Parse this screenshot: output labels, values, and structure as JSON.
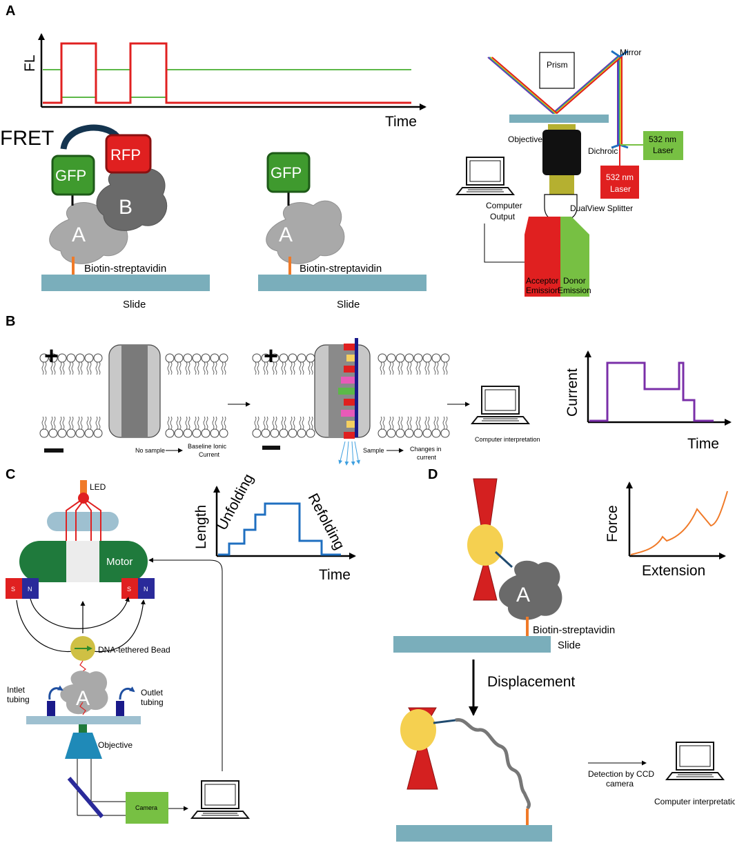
{
  "panels": {
    "a": "A",
    "b": "B",
    "c": "C",
    "d": "D"
  },
  "colors": {
    "red": "#e02020",
    "green": "#5cb848",
    "dark_green": "#2f7a2a",
    "gfp": "#3f9a2e",
    "slide": "#7aaebb",
    "purple": "#7a2fa8",
    "blue_trace": "#1f6fc0",
    "orange": "#f07a28",
    "laser_green": "#77c043",
    "motor_green": "#1f7a3c",
    "bead": "#cfc044",
    "magnet_red": "#e02020",
    "magnet_blue": "#2a2a9a"
  },
  "panel_a": {
    "fl_label": "FL",
    "time_label": "Time",
    "fret_label": "FRET",
    "gfp_label": "GFP",
    "rfp_label": "RFP",
    "protein_a": "A",
    "protein_b": "B",
    "biotin_label": "Biotin-streptavidin",
    "slide_label": "Slide",
    "gfp_label_2": "GFP",
    "protein_a_2": "A",
    "biotin_label_2": "Biotin-streptavidin",
    "slide_label_2": "Slide",
    "prism": "Prism",
    "mirror": "Mirror",
    "objective": "Objective",
    "dichroic": "Dichroic",
    "laser_532_line1": "532 nm",
    "laser_532_line2": "Laser",
    "laser_red_line1": "532 nm",
    "laser_red_line2": "Laser",
    "computer_line1": "Computer",
    "computer_line2": "Output",
    "dualview": "DualView Splitter",
    "acceptor_line1": "Acceptor",
    "acceptor_line2": "Emission",
    "donor_line1": "Donor",
    "donor_line2": "Emission"
  },
  "panel_b": {
    "plus_1": "+",
    "minus_1": "−",
    "plus_2": "+",
    "minus_2": "−",
    "no_sample": "No sample",
    "baseline_line1": "Baseline Ionic",
    "baseline_line2": "Current",
    "sample": "Sample",
    "changes_line1": "Changes in",
    "changes_line2": "current",
    "computer_interpretation": "Computer interpretation",
    "current_label": "Current",
    "time_label": "Time"
  },
  "panel_c": {
    "led": "LED",
    "motor": "Motor",
    "s_left": "S",
    "n_left": "N",
    "s_right": "S",
    "n_right": "N",
    "bead": "DNA-tethered Bead",
    "protein_a": "A",
    "inlet_line1": "Intlet",
    "inlet_line2": "tubing",
    "outlet_line1": "Outlet",
    "outlet_line2": "tubing",
    "objective": "Objective",
    "camera": "Camera",
    "length_label": "Length",
    "time_label": "Time",
    "unfolding": "Unfolding",
    "refolding": "Refolding"
  },
  "panel_d": {
    "protein_a": "A",
    "biotin_label": "Biotin-streptavidin",
    "slide_label": "Slide",
    "displacement": "Displacement",
    "detection_line1": "Detection by CCD",
    "detection_line2": "camera",
    "computer_interpretation": "Computer interpretation",
    "force_label": "Force",
    "extension_label": "Extension"
  }
}
